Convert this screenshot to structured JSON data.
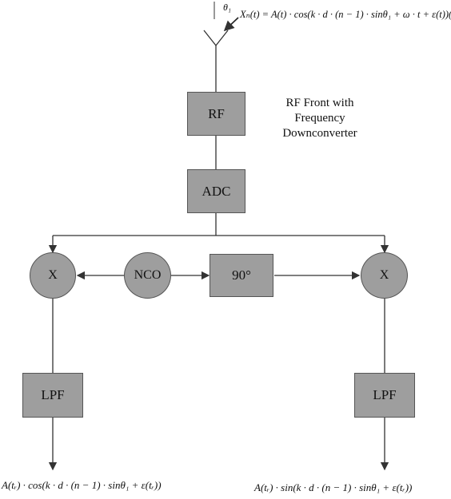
{
  "signal": {
    "angle_label": "θ₁",
    "input_equation": "Xₙ(t) = A(t) · cos(k · d · (n − 1) · sinθ₁ + ω · t + ε(t))("
  },
  "blocks": {
    "rf": "RF",
    "adc": "ADC",
    "nco": "NCO",
    "phase_shift": "90°",
    "mixer_left": "X",
    "mixer_right": "X",
    "lpf_left": "LPF",
    "lpf_right": "LPF"
  },
  "caption": {
    "line1": "RF Front with",
    "line2": "Frequency",
    "line3": "Downconverter"
  },
  "outputs": {
    "left": "A(tᵣ) · cos(k · d · (n − 1) · sinθ₁ + ε(tᵣ))",
    "right": "A(tᵣ) · sin(k · d · (n − 1) · sinθ₁ + ε(tᵣ))"
  }
}
